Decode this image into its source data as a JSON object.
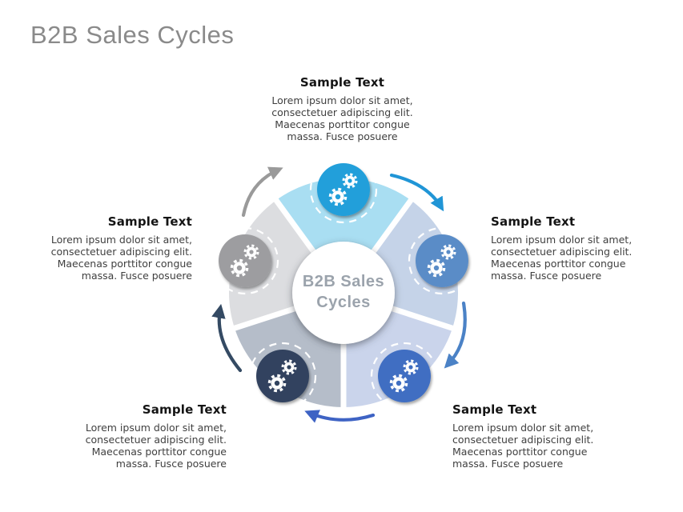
{
  "title": "B2B Sales Cycles",
  "center_label": "B2B Sales Cycles",
  "palette": {
    "background": "#ffffff",
    "title_color": "#8a8a8a",
    "heading_color": "#141414",
    "body_color": "#3f3f3f",
    "center_color": "#9ba3ac"
  },
  "steps": [
    {
      "position": "top",
      "label": "Sample Text",
      "description": "Lorem ipsum dolor sit amet, consectetuer adipiscing elit. Maecenas porttitor congue massa. Fusce posuere",
      "wedge_color": "#a9def2",
      "node_color": "#209fda"
    },
    {
      "position": "right",
      "label": "Sample Text",
      "description": "Lorem ipsum dolor sit amet, consectetuer adipiscing elit. Maecenas porttitor congue massa. Fusce posuere",
      "wedge_color": "#c5d3e8",
      "node_color": "#5a8cc7"
    },
    {
      "position": "bottom-right",
      "label": "Sample Text",
      "description": "Lorem ipsum dolor sit amet, consectetuer adipiscing elit. Maecenas porttitor congue massa. Fusce posuere",
      "wedge_color": "#cad4eb",
      "node_color": "#3f6ec2"
    },
    {
      "position": "bottom-left",
      "label": "Sample Text",
      "description": "Lorem ipsum dolor sit amet, consectetuer adipiscing elit. Maecenas porttitor congue massa. Fusce posuere",
      "wedge_color": "#b5bdc9",
      "node_color": "#31435f"
    },
    {
      "position": "left",
      "label": "Sample Text",
      "description": "Lorem ipsum dolor sit amet, consectetuer adipiscing elit. Maecenas porttitor congue massa. Fusce posuere",
      "wedge_color": "#dcdde0",
      "node_color": "#9d9da0"
    }
  ],
  "arrows": [
    {
      "name": "left-to-top",
      "color": "#9a9a9a"
    },
    {
      "name": "top-to-right",
      "color": "#2095d6"
    },
    {
      "name": "right-to-bottom-right",
      "color": "#4b82c6"
    },
    {
      "name": "bottom-right-to-bottom-left",
      "color": "#3e63c4"
    },
    {
      "name": "bottom-left-to-left",
      "color": "#344a63"
    }
  ]
}
